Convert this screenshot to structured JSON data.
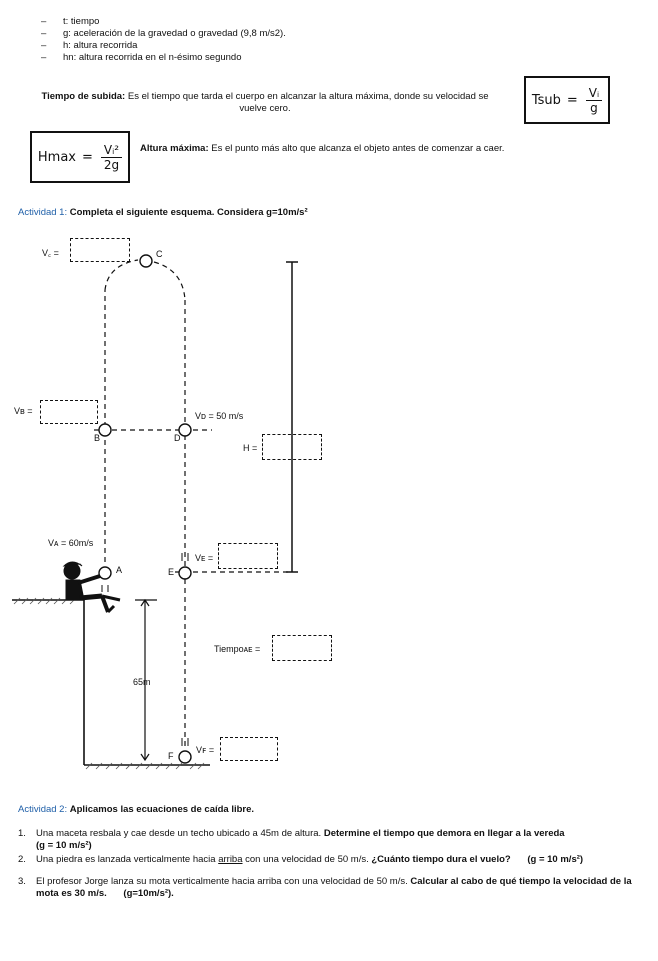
{
  "definitions": [
    "t: tiempo",
    "g: aceleración de la gravedad o gravedad (9,8 m/s2).",
    "h: altura recorrida",
    "hn: altura recorrida en el n-ésimo segundo"
  ],
  "tiempo_subida": {
    "term": "Tiempo de subida:",
    "text": "Es el tiempo que tarda el cuerpo en alcanzar la altura máxima, donde su velocidad se",
    "text2": "vuelve cero."
  },
  "tsub_formula": {
    "lhs": "Tsub",
    "eq": "=",
    "num": "Vᵢ",
    "den": "g"
  },
  "hmax_formula": {
    "lhs": "Hmax",
    "eq": "=",
    "num": "Vᵢ²",
    "den": "2g"
  },
  "altura_maxima": {
    "term": "Altura máxima:",
    "text": "Es el punto más alto que alcanza el objeto antes de comenzar a caer."
  },
  "actividad1": {
    "label": "Actividad 1:",
    "title": "Completa el siguiente esquema. Considera g=10m/s²"
  },
  "diagram": {
    "vc": "V꜀ =",
    "c": "C",
    "vb": "Vʙ =",
    "b": "B",
    "d": "D",
    "vd": "Vᴅ = 50 m/s",
    "h": "H =",
    "va": "Vᴀ = 60m/s",
    "a": "A",
    "e": "E",
    "ve": "Vᴇ =",
    "tiempo": "Tiempoᴀᴇ =",
    "height": "65m",
    "f": "F",
    "vf": "Vꜰ ="
  },
  "actividad2": {
    "label": "Actividad 2:",
    "title": "Aplicamos las ecuaciones de caída libre.",
    "items": [
      {
        "n": "1.",
        "text": "Una maceta resbala y cae desde un techo ubicado a 45m de altura.",
        "bold": "Determine el tiempo que demora en llegar a la vereda",
        "extra": "(g = 10 m/s²)"
      },
      {
        "n": "2.",
        "pre": "Una piedra es lanzada verticalmente hacia",
        "under": "arriba",
        "post": "con una velocidad de 50 m/s.",
        "bold": "¿Cuánto tiempo dura el vuelo?",
        "extra": "(g = 10 m/s²)"
      },
      {
        "n": "3.",
        "text": "El profesor Jorge lanza su mota verticalmente hacia arriba con una velocidad de 50 m/s.",
        "bold": "Calcular al cabo de qué tiempo la velocidad de la mota es 30 m/s.",
        "extra": "(g=10m/s²)."
      }
    ]
  }
}
